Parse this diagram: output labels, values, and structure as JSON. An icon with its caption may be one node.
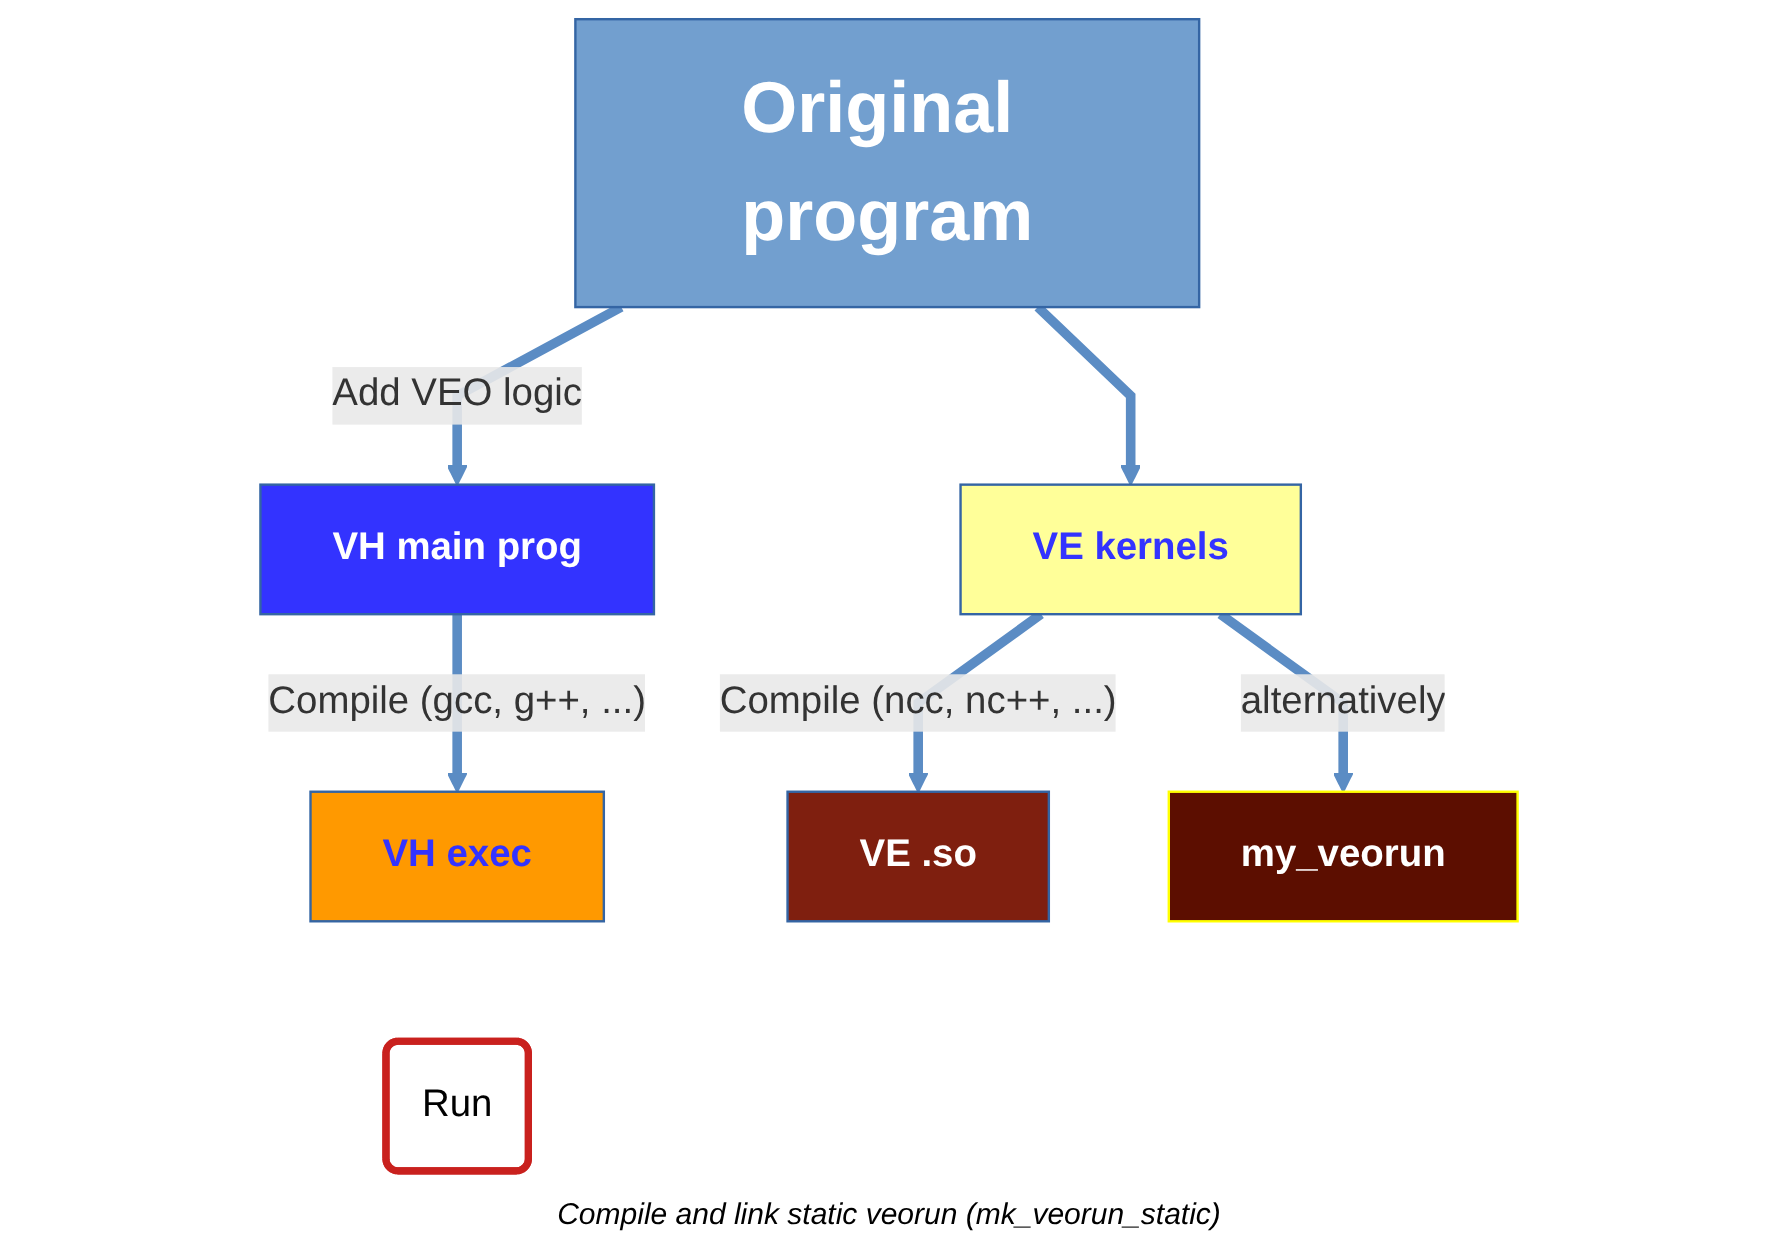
{
  "diagram": {
    "nodes": [
      {
        "text": [
          "Original program"
        ]
      },
      {
        "text": [
          "VH main prog"
        ]
      },
      {
        "text": [
          "VH exec"
        ]
      },
      {
        "text": [
          "Run"
        ]
      },
      {
        "text": [
          "VE kernels"
        ]
      },
      {
        "text": [
          "VE .so"
        ]
      },
      {
        "text": [
          "my_veorun"
        ]
      }
    ],
    "edges": [
      {
        "from": 0,
        "to": 1,
        "arrow": "to",
        "label": "Add VEO logic"
      },
      {
        "from": 0,
        "to": 4,
        "arrow": "to"
      },
      {
        "from": 1,
        "to": 2,
        "arrow": "to",
        "label": "Compile (gcc, g++, ...)"
      },
      {
        "from": 4,
        "to": 5,
        "arrow": "to",
        "label": "Compile (ncc, nc++, ...)"
      },
      {
        "from": 4,
        "to": 6,
        "arrow": "to",
        "label": "alternatively"
      }
    ],
    "labels": [
      "Compile and link static veorun (mk_veorun_static)"
    ]
  }
}
